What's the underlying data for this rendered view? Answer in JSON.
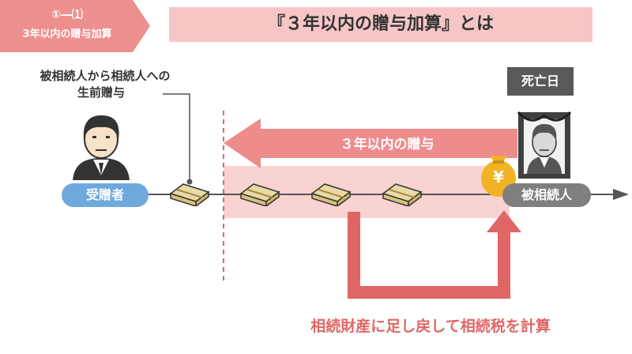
{
  "section": {
    "number": "①―⑴",
    "title": "3年以内の贈与加算"
  },
  "title": "『３年以内の贈与加算』とは",
  "gift_label": {
    "line1": "被相続人から相続人への",
    "line2": "生前贈与"
  },
  "death_date": "死亡日",
  "recipient": "受贈者",
  "decedent": "被相続人",
  "within_3_years": "３年以内の贈与",
  "yen_symbol": "¥",
  "bottom_note": "相続財産に足し戻して相続税を計算",
  "colors": {
    "tab_pink": "#ee8f8f",
    "title_bg": "#f6c6c6",
    "band": "#f9d2d2",
    "arrow": "#ee8c8c",
    "red_arrow": "#e06666",
    "recipient_pill": "#6fa8dc",
    "decedent_pill": "#7f7f7f",
    "death_badge": "#595959",
    "money_bag": "#f0b323"
  },
  "icons": [
    "person-icon",
    "portrait-icon",
    "money-bundle-icon",
    "money-bag-icon"
  ]
}
